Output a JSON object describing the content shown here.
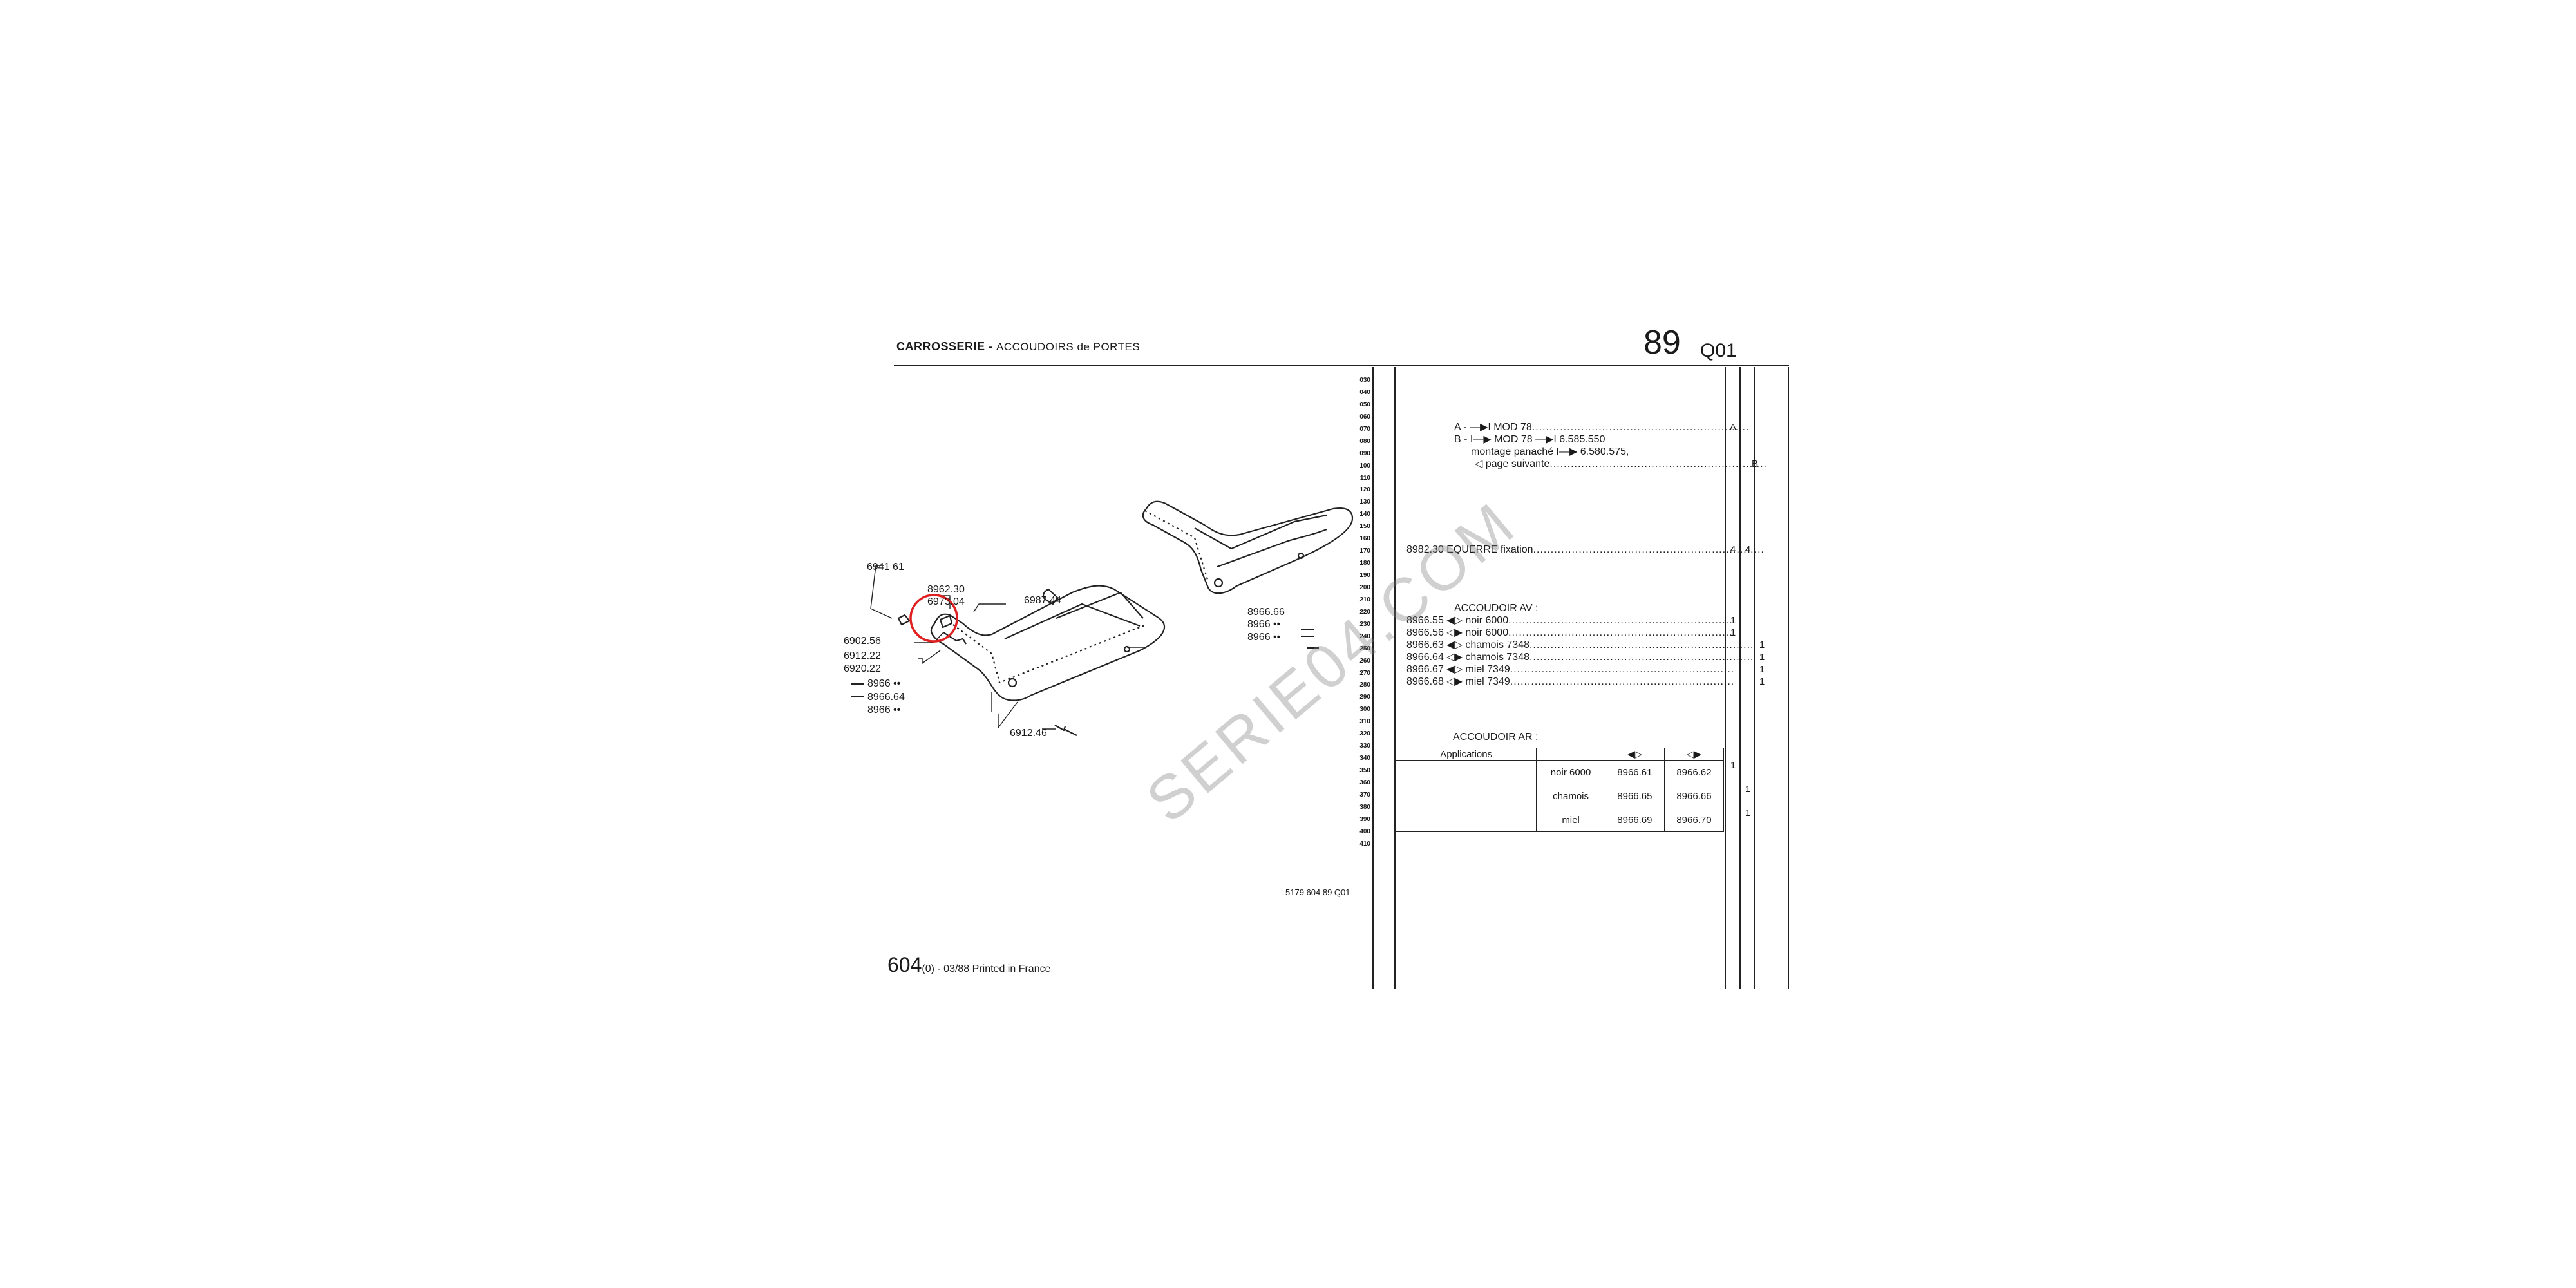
{
  "header": {
    "title_bold": "CARROSSERIE -",
    "title_sub": "ACCOUDOIRS de PORTES",
    "page_number": "89",
    "page_code": "Q01"
  },
  "sequence_numbers": [
    "030",
    "040",
    "050",
    "060",
    "070",
    "080",
    "090",
    "100",
    "110",
    "120",
    "130",
    "140",
    "150",
    "160",
    "170",
    "180",
    "190",
    "200",
    "210",
    "220",
    "230",
    "240",
    "250",
    "260",
    "270",
    "280",
    "290",
    "300",
    "310",
    "320",
    "330",
    "340",
    "350",
    "360",
    "370",
    "380",
    "390",
    "400",
    "410"
  ],
  "diagram": {
    "callouts": {
      "c1": "6941 61",
      "c2": "8962.30",
      "c3": "6973.04",
      "c4": "6987.44",
      "c5": "6902.56",
      "c6": "6912.22",
      "c7": "6920.22",
      "c8": "8966 ••",
      "c9": "8966.64",
      "c10": "8966 ••",
      "c11": "6912.46",
      "c12": "8966.66",
      "c13": "8966 ••",
      "c14": "8966 ••"
    },
    "ref_code": "5179 604 89 Q01"
  },
  "notes": {
    "line1": "A - —▶I MOD 78",
    "line1_code": "A",
    "line2": "B - I—▶ MOD 78 —▶I 6.585.550",
    "line3": "montage panaché I—▶ 6.580.575,",
    "line4": "◁ page suivante",
    "line4_code": "B"
  },
  "equerre": {
    "ref": "8982.30",
    "label": "EQUERRE fixation",
    "qty1": "4",
    "qty2": "4"
  },
  "accoudoir_av": {
    "title": "ACCOUDOIR AV :",
    "rows": [
      {
        "ref": "8966.55",
        "side": "◀▷",
        "color": "noir",
        "code": "6000",
        "q1": "1",
        "q2": ""
      },
      {
        "ref": "8966.56",
        "side": "◁▶",
        "color": "noir",
        "code": "6000",
        "q1": "1",
        "q2": ""
      },
      {
        "ref": "8966.63",
        "side": "◀▷",
        "color": "chamois",
        "code": "7348",
        "q1": "",
        "q2": "1"
      },
      {
        "ref": "8966.64",
        "side": "◁▶",
        "color": "chamois",
        "code": "7348",
        "q1": "",
        "q2": "1"
      },
      {
        "ref": "8966.67",
        "side": "◀▷",
        "color": "miel",
        "code": "7349",
        "q1": "",
        "q2": "1"
      },
      {
        "ref": "8966.68",
        "side": "◁▶",
        "color": "miel",
        "code": "7349",
        "q1": "",
        "q2": "1"
      }
    ]
  },
  "accoudoir_ar": {
    "title": "ACCOUDOIR AR :",
    "header_app": "Applications",
    "header_left": "◀▷",
    "header_right": "◁▶",
    "rows": [
      {
        "color": "noir 6000",
        "left": "8966.61",
        "right": "8966.62",
        "q1": "1",
        "q2": ""
      },
      {
        "color": "chamois",
        "left": "8966.65",
        "right": "8966.66",
        "q1": "",
        "q2": "1"
      },
      {
        "color": "miel",
        "left": "8966.69",
        "right": "8966.70",
        "q1": "",
        "q2": "1"
      }
    ]
  },
  "watermark": "SERIE04.COM",
  "footer": {
    "model": "604",
    "suffix": "(0) - 03/88 Printed in France"
  }
}
